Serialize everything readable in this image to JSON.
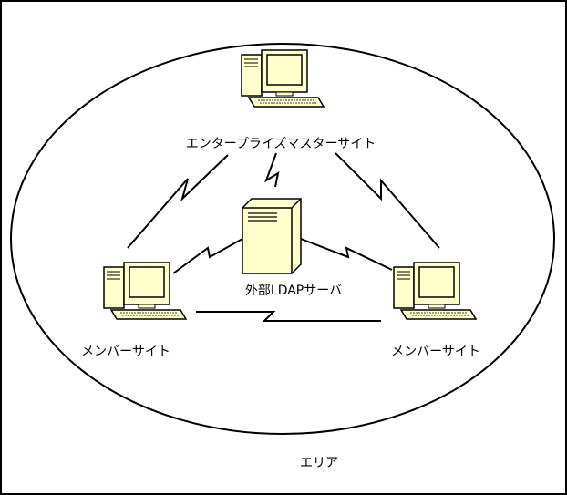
{
  "labels": {
    "master_site": "エンタープライズマスターサイト",
    "ldap_server": "外部LDAPサーバ",
    "member_site_left": "メンバーサイト",
    "member_site_right": "メンバーサイト",
    "area": "エリア"
  },
  "colors": {
    "device_fill": "#ffffcc",
    "screen_fill": "#ffffcc",
    "line": "#000000",
    "background": "#ffffff"
  },
  "icons": {
    "master": "desktop-computer-icon",
    "ldap": "tower-server-icon",
    "member_left": "desktop-computer-icon",
    "member_right": "desktop-computer-icon"
  }
}
